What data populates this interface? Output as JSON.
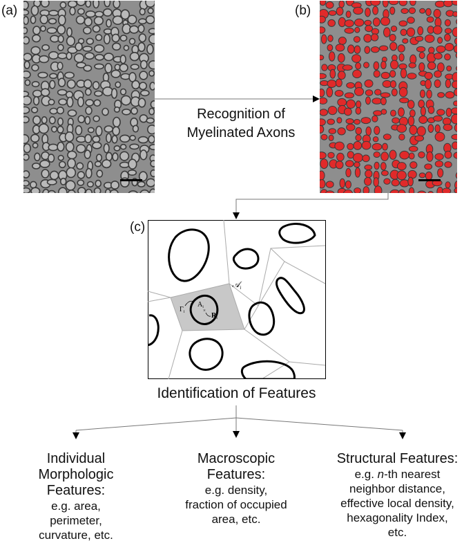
{
  "panels": {
    "a_label": "(a)",
    "b_label": "(b)",
    "c_label": "(c)"
  },
  "arrow_text": {
    "line1": "Recognition of",
    "line2": "Myelinated Axons"
  },
  "panel_c": {
    "area_symbol": "𝒜",
    "area_sub": "i",
    "contour_symbol": "Γ",
    "contour_sub": "i",
    "axon_area_symbol": "A",
    "axon_area_sub": "i",
    "centroid_symbol": "R",
    "centroid_sub": "i",
    "centroid_mark": "×"
  },
  "identification_title": "Identification of Features",
  "features": [
    {
      "title_lines": [
        "Individual",
        "Morphologic",
        "Features:"
      ],
      "detail_lines": [
        "e.g. area,",
        "perimeter,",
        "curvature, etc."
      ]
    },
    {
      "title_lines": [
        "Macroscopic",
        "Features:"
      ],
      "detail_lines": [
        "e.g. density,",
        "fraction of occupied",
        "area, etc."
      ]
    },
    {
      "title_lines": [
        "Structural Features:"
      ],
      "detail_lines": [
        "e.g. n-th nearest",
        "neighbor distance,",
        "effective local density,",
        "hexagonality Index,",
        "etc."
      ]
    }
  ],
  "colors": {
    "micrograph_bg": "#8e8e8e",
    "axon_wall": "#3a3a3a",
    "axon_fill": "#b9b9b9",
    "segmentation": "#e02a2a",
    "voronoi_cell": "#c8c8c8"
  }
}
